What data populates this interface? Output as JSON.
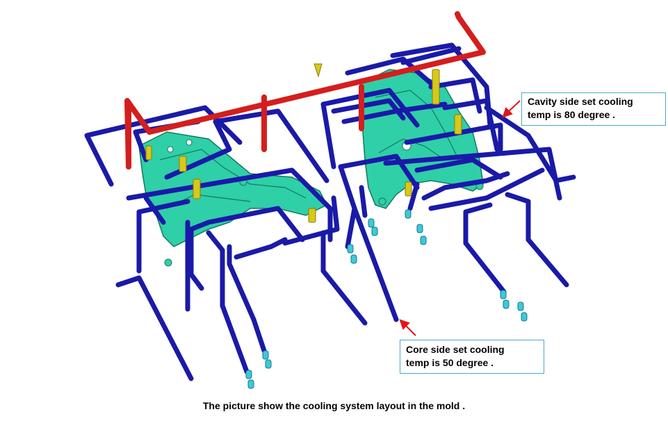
{
  "callouts": {
    "cavity": {
      "line1": "Cavity side set cooling",
      "line2": "temp is 80 degree ."
    },
    "core": {
      "line1": "Core side set cooling",
      "line2": "temp is 50 degree ."
    }
  },
  "caption": "The picture show the cooling system layout in the mold .",
  "colors": {
    "core_pipe": "#1a1aa8",
    "cavity_pipe": "#d41e1e",
    "part": "#2fcfa8",
    "baffle": "#d8c81a",
    "connector": "#3fc8d8",
    "arrow": "#e01818",
    "callout_border": "#4aa8c8"
  }
}
